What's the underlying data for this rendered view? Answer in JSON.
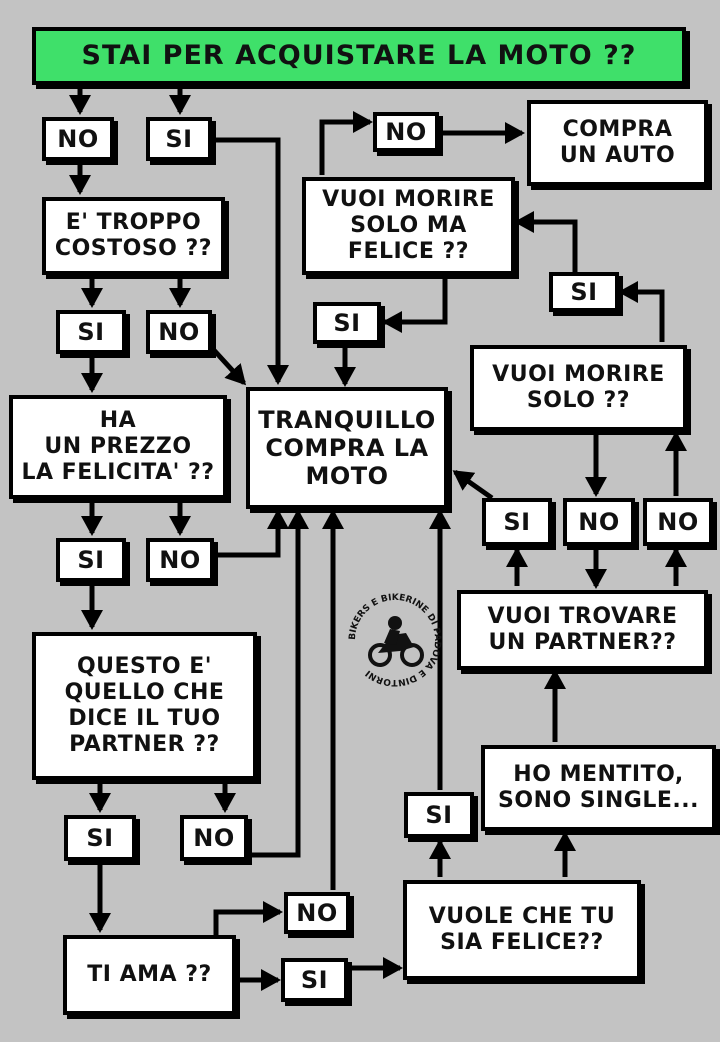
{
  "title": "STAI PER ACQUISTARE LA MOTO ??",
  "colors": {
    "background": "#c3c3c3",
    "title_fill": "#3fe06a",
    "box_fill": "#ffffff",
    "line": "#000000"
  },
  "nodes": {
    "top_no": "NO",
    "top_si": "SI",
    "troppo_costoso": "E' TROPPO\nCOSTOSO ??",
    "costoso_si": "SI",
    "costoso_no": "NO",
    "felicita": "HA\nUN PREZZO\nLA FELICITA' ??",
    "felicita_si": "SI",
    "felicita_no": "NO",
    "partner_dice": "QUESTO E'\nQUELLO CHE\nDICE IL TUO\nPARTNER ??",
    "partner_si": "SI",
    "partner_no": "NO",
    "ti_ama": "TI AMA ??",
    "ama_no": "NO",
    "ama_si": "SI",
    "tranquillo": "TRANQUILLO\nCOMPRA LA\nMOTO",
    "vuole_felice": "VUOLE CHE TU\nSIA FELICE??",
    "felice_si": "SI",
    "mentito": "HO MENTITO,\nSONO SINGLE...",
    "trovare_partner": "VUOI TROVARE\nUN PARTNER??",
    "trovare_si": "SI",
    "trovare_no": "NO",
    "right_no": "NO",
    "morire_solo": "VUOI MORIRE\nSOLO ??",
    "solo_si": "SI",
    "morire_felice": "VUOI MORIRE\nSOLO MA\nFELICE ??",
    "felice_morire_si": "SI",
    "felice_morire_no": "NO",
    "compra_auto": "COMPRA\nUN AUTO"
  },
  "logo": {
    "text": "BIKERS E BIKERINE DI PADOVA E DINTORNI",
    "icon": "motorcycle-rider-icon"
  }
}
